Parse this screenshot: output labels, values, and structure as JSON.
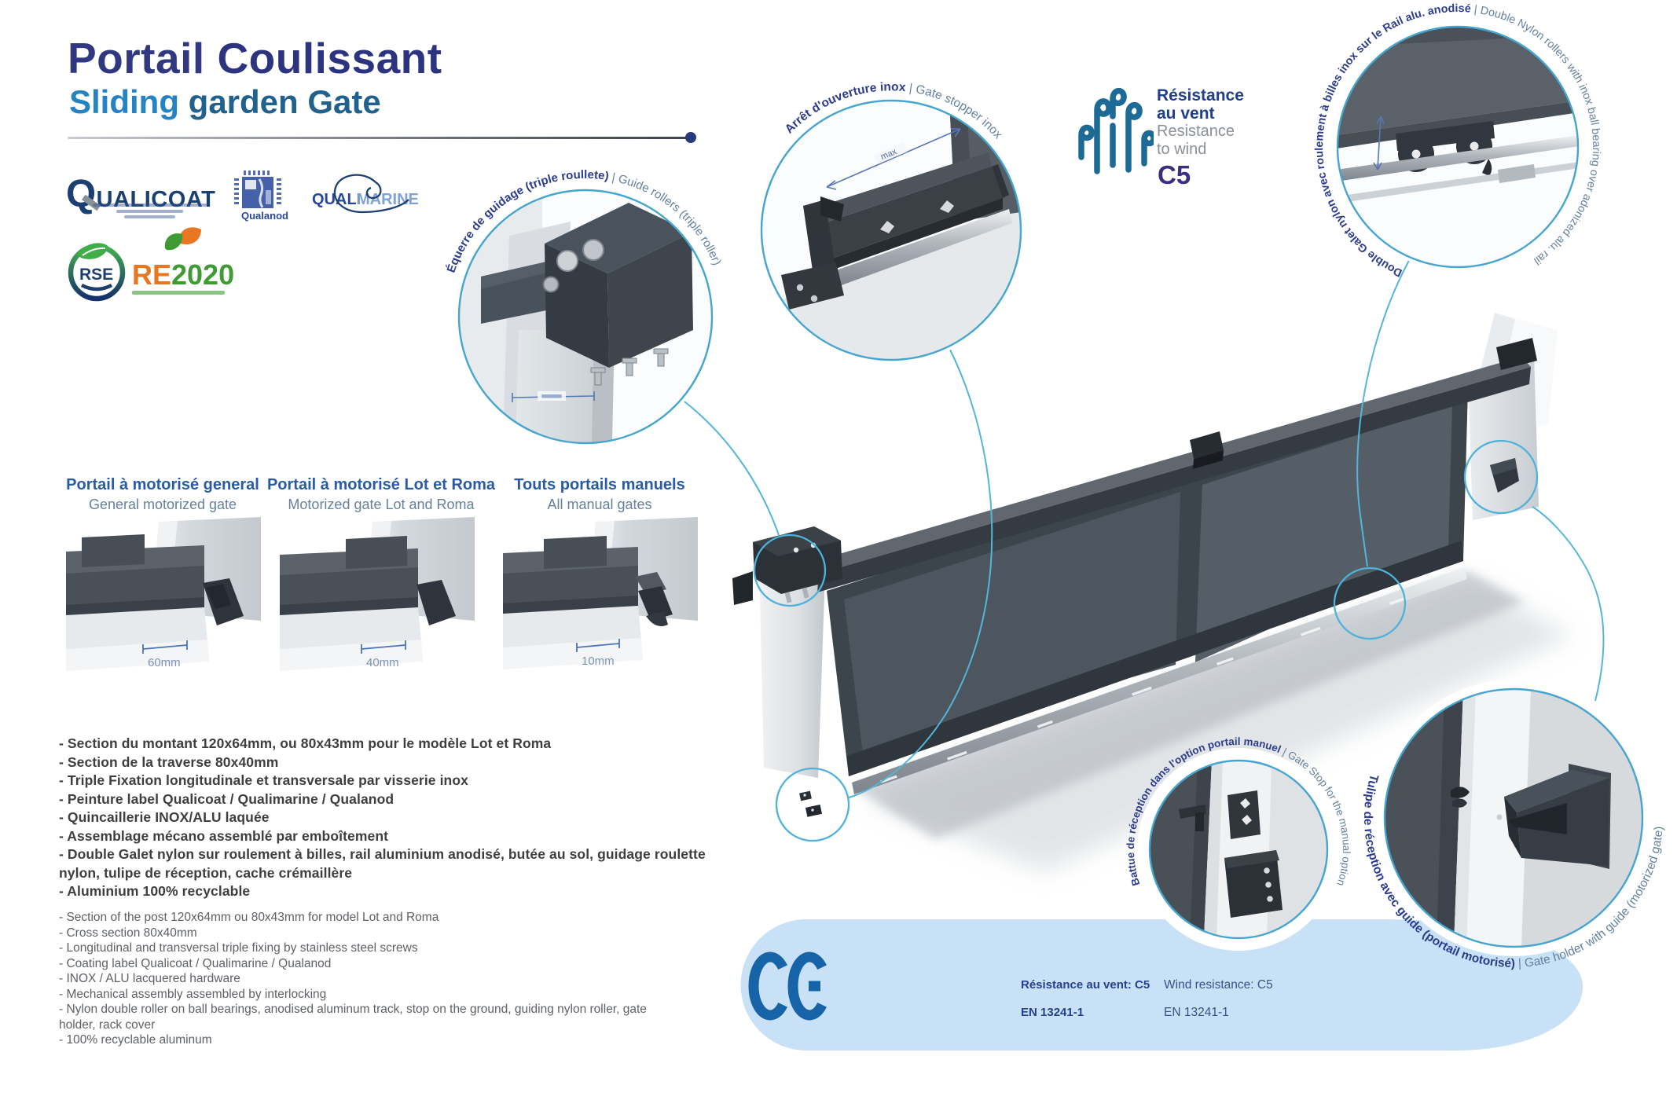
{
  "header": {
    "title_fr_regular": "Portail ",
    "title_fr_bold": "Coulissant",
    "subtitle_bold": "Sliding",
    "subtitle_rest": " garden Gate"
  },
  "certifications": {
    "qualicoat": "QUALICOAT",
    "qualanod": "Qualanod",
    "qualimarine_part1": "QUALI",
    "qualimarine_part2": "MARINE",
    "rse": "RSE",
    "re2020_re": "RE",
    "re2020_year": "2020",
    "ce_mark": "CE"
  },
  "wind_resistance": {
    "fr_line1": "Résistance",
    "fr_line2": "au vent",
    "en_line1": "Resistance",
    "en_line2": "to wind",
    "class": "C5"
  },
  "callouts": {
    "equerre": {
      "fr": "Équerre de guidage (triple roullete)",
      "sep": " | ",
      "en": "Guide rollers (triple roller)"
    },
    "arret": {
      "fr": "Arrêt d'ouverture inox",
      "sep": " | ",
      "en": "Gate stopper inox",
      "dim_label": "max"
    },
    "galet": {
      "fr": "Double Galet nylon avec roulement à billes inox sur le Rail alu. anodisé",
      "sep": " | ",
      "en": "Double Nylon rollers with inox ball bearing over adonized alu. rail"
    },
    "battue": {
      "fr": "Battue de réception dans l'option portail manuel",
      "sep": " | ",
      "en": "Gate Stop for the manual option"
    },
    "tulipe": {
      "fr": "Tulipe de réception avec guide (portail motorisé)",
      "sep": " | ",
      "en": "Gate holder with guide (motorized gate)"
    }
  },
  "variants": [
    {
      "fr": "Portail à motorisé general",
      "en": "General motorized gate",
      "dim": "60mm"
    },
    {
      "fr": "Portail à motorisé Lot et Roma",
      "en": "Motorized gate Lot and Roma",
      "dim": "40mm"
    },
    {
      "fr": "Touts portails manuels",
      "en": "All manual gates",
      "dim": "10mm"
    }
  ],
  "specs_fr": {
    "items": [
      "- Section du montant 120x64mm, ou 80x43mm pour le modèle Lot et Roma",
      "- Section de la traverse 80x40mm",
      "- Triple Fixation longitudinale et transversale par visserie inox",
      "- Peinture label Qualicoat / Qualimarine / Qualanod",
      "- Quincaillerie INOX/ALU laquée",
      "- Assemblage mécano assemblé par emboîtement",
      "- Double Galet nylon sur roulement à billes, rail aluminium anodisé, butée au sol, guidage  roulette nylon, tulipe de réception, cache crémaillère",
      "- Aluminium 100% recyclable"
    ]
  },
  "specs_en": {
    "items": [
      "- Section of the post 120x64mm ou 80x43mm for model Lot and Roma",
      "- Cross section 80x40mm",
      "- Longitudinal and transversal triple fixing by stainless steel screws",
      "- Coating label Qualicoat / Qualimarine / Qualanod",
      "- INOX / ALU lacquered hardware",
      "- Mechanical assembly assembled by interlocking",
      "- Nylon double roller on ball bearings, anodised aluminum track, stop on the ground, guiding nylon roller, gate holder, rack cover",
      "- 100% recyclable aluminum"
    ]
  },
  "band": {
    "fr_line1": "Résistance au vent: C5",
    "fr_line2": "EN 13241-1",
    "en_line1": "Wind resistance: C5",
    "en_line2": "EN 13241-1"
  },
  "colors": {
    "accent_ring": "#45a5ce",
    "connector": "#54b5da",
    "arc_text_fr": "#2b3c8e",
    "arc_text_en": "#64819f",
    "band_bg": "#c8e1f6",
    "ce_blue": "#1763a8",
    "gate_panel": "#4d555e",
    "title_navy": "#2c3480",
    "title_blue": "#2583c4"
  }
}
